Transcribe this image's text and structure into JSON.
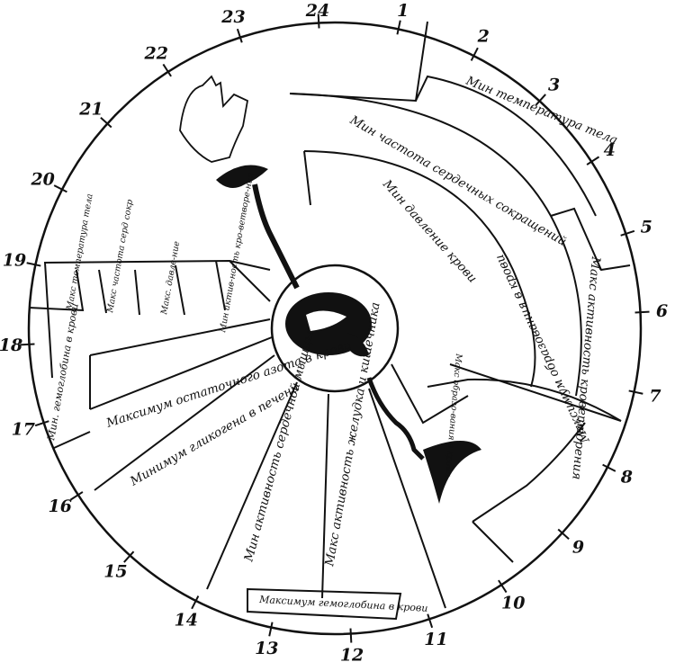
{
  "hours": [
    "1",
    "2",
    "3",
    "4",
    "5",
    "6",
    "7",
    "8",
    "9",
    "10",
    "11",
    "12",
    "13",
    "14",
    "15",
    "16",
    "17",
    "18",
    "19",
    "20",
    "21",
    "22",
    "23",
    "24"
  ],
  "labels": {
    "min_temp": "Мин температура тела",
    "min_heart_rate": "Мин частота сердечных сокращений",
    "min_pressure": "Мин давление крови",
    "max_blood_formation": "Макс активность кроветворения",
    "max_bile": "Макс образо-вания в крови",
    "max_blood_formation_short": "Максимум образования в крови",
    "max_stomach": "Макс активность желудка и кишечника",
    "min_heart_muscle": "Мин активность сердечной мышцы",
    "max_hemoglobin": "Максимум гемоглобина в крови",
    "min_glycogen": "Минимум гликогена в печени",
    "max_residual_nitrogen": "Максимум остаточного азота в крови",
    "min_hemoglobin": "Мин. гемоглобина в крови",
    "max_temp": "Макс температура тела",
    "max_heart_rate": "Макс частота серд сокр",
    "max_pressure": "Макс. давле-ние",
    "min_blood_formation": "Мин актив-ность кро-ветворе-ния"
  }
}
